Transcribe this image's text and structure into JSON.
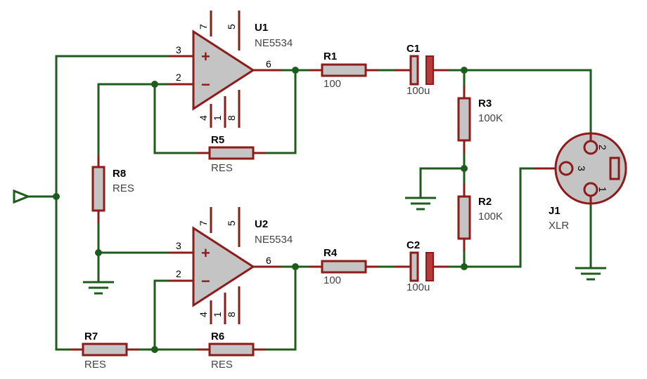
{
  "components": {
    "u1": {
      "ref": "U1",
      "value": "NE5534",
      "pins": {
        "p3": "3",
        "p2": "2",
        "p6": "6",
        "p7": "7",
        "p5": "5",
        "p4": "4",
        "p1": "1",
        "p8": "8"
      }
    },
    "u2": {
      "ref": "U2",
      "value": "NE5534",
      "pins": {
        "p3": "3",
        "p2": "2",
        "p6": "6",
        "p7": "7",
        "p5": "5",
        "p4": "4",
        "p1": "1",
        "p8": "8"
      }
    },
    "r1": {
      "ref": "R1",
      "value": "100"
    },
    "r2": {
      "ref": "R2",
      "value": "100K"
    },
    "r3": {
      "ref": "R3",
      "value": "100K"
    },
    "r4": {
      "ref": "R4",
      "value": "100"
    },
    "r5": {
      "ref": "R5",
      "value": "RES"
    },
    "r6": {
      "ref": "R6",
      "value": "RES"
    },
    "r7": {
      "ref": "R7",
      "value": "RES"
    },
    "r8": {
      "ref": "R8",
      "value": "RES"
    },
    "c1": {
      "ref": "C1",
      "value": "100u"
    },
    "c2": {
      "ref": "C2",
      "value": "100u"
    },
    "j1": {
      "ref": "J1",
      "value": "XLR",
      "pins": {
        "p1": "1",
        "p2": "2",
        "p3": "3"
      }
    }
  },
  "opamp_signs": {
    "plus": "+",
    "minus": "−"
  }
}
